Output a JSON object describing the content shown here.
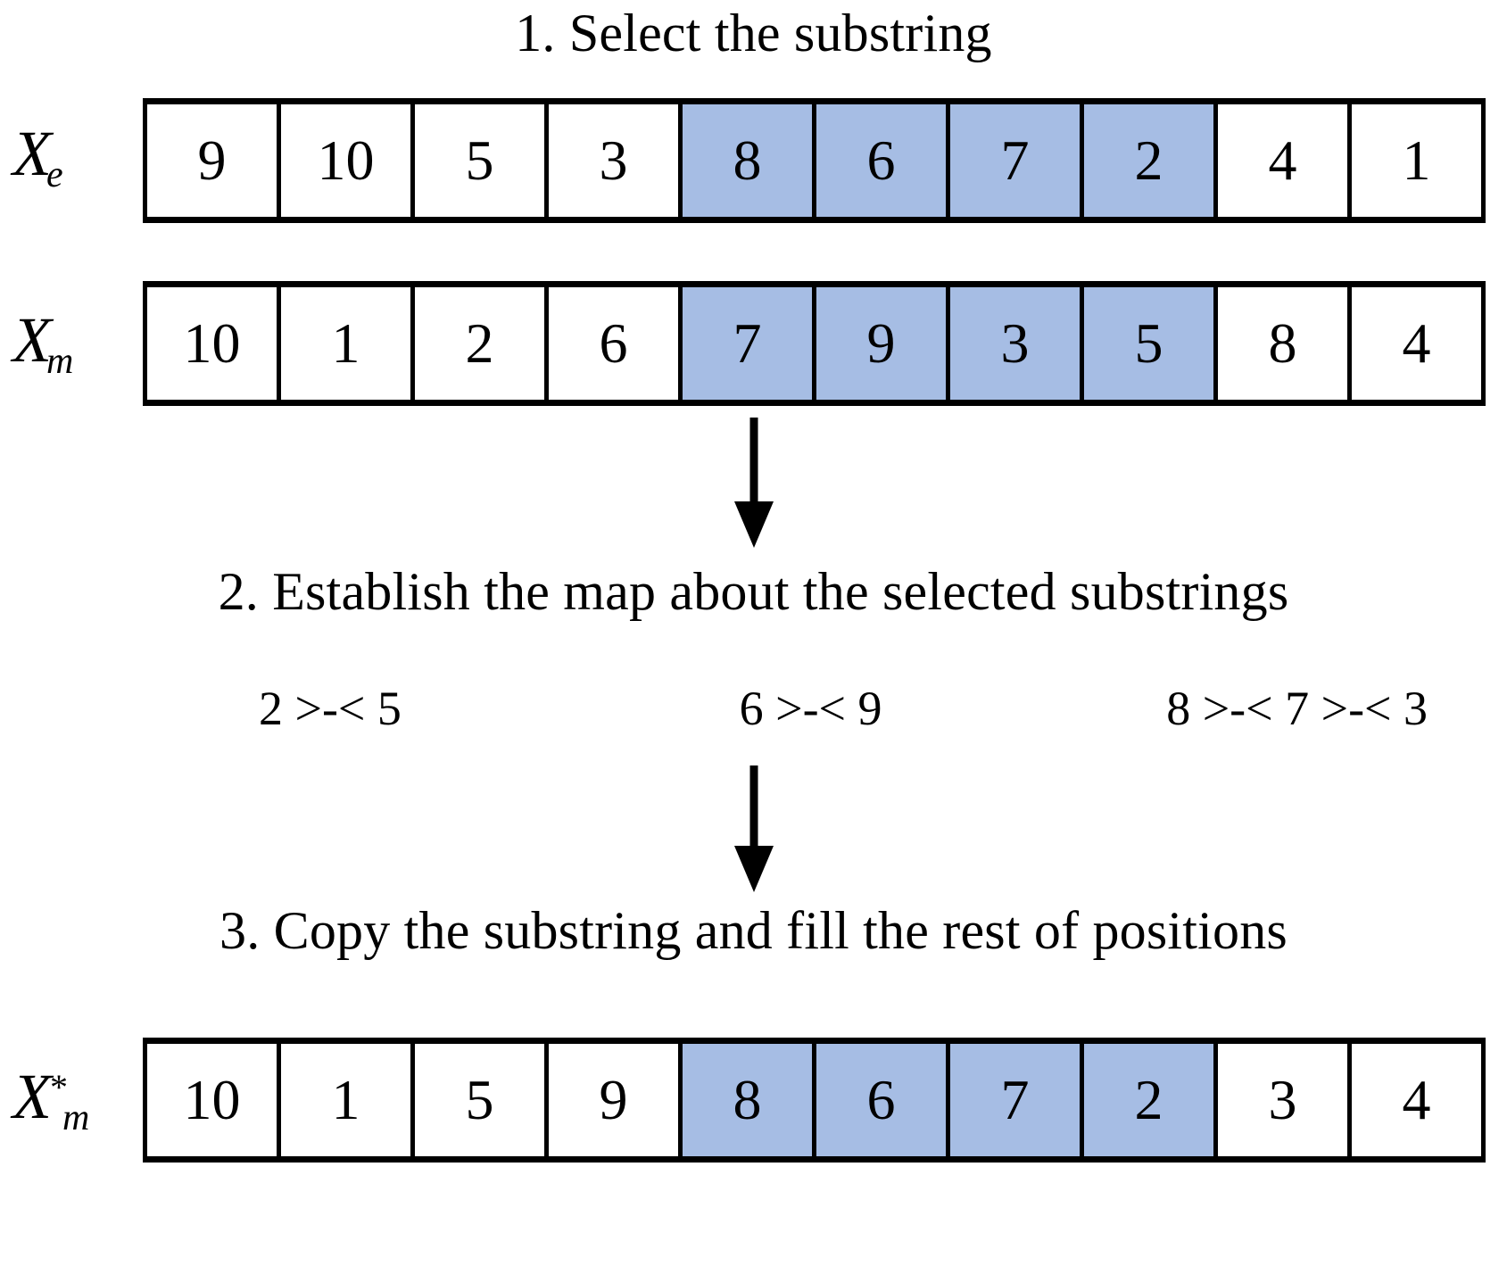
{
  "diagram": {
    "title_steps": {
      "step1": "1.  Select the substring",
      "step2": "2. Establish the map about the selected substrings",
      "step3": "3. Copy the substring and fill the rest of positions"
    },
    "colors": {
      "highlight": "#a6bde4",
      "stroke": "#000000",
      "background": "#ffffff"
    },
    "rows": [
      {
        "id": "xe",
        "label_base": "X",
        "label_sub": "e",
        "label_sup": "",
        "values": [
          "9",
          "10",
          "5",
          "3",
          "8",
          "6",
          "7",
          "2",
          "4",
          "1"
        ],
        "selected_indices": [
          4,
          5,
          6,
          7
        ],
        "selected_values": [
          "8",
          "6",
          "7",
          "2"
        ]
      },
      {
        "id": "xm",
        "label_base": "X",
        "label_sub": "m",
        "label_sup": "",
        "values": [
          "10",
          "1",
          "2",
          "6",
          "7",
          "9",
          "3",
          "5",
          "8",
          "4"
        ],
        "selected_indices": [
          4,
          5,
          6,
          7
        ],
        "selected_values": [
          "7",
          "9",
          "3",
          "5"
        ]
      },
      {
        "id": "xm-star",
        "label_base": "X",
        "label_sub": "m",
        "label_sup": "*",
        "values": [
          "10",
          "1",
          "5",
          "9",
          "8",
          "6",
          "7",
          "2",
          "3",
          "4"
        ],
        "selected_indices": [
          4,
          5,
          6,
          7
        ],
        "selected_values": [
          "8",
          "6",
          "7",
          "2"
        ]
      }
    ],
    "mapping": {
      "pairs": [
        "2 >-< 5",
        "6 >-< 9",
        "8 >-< 7 >-< 3"
      ],
      "symbol": ">-<"
    },
    "arrows": [
      {
        "name": "arrow-step1-to-step2"
      },
      {
        "name": "arrow-step2-to-step3"
      }
    ]
  }
}
